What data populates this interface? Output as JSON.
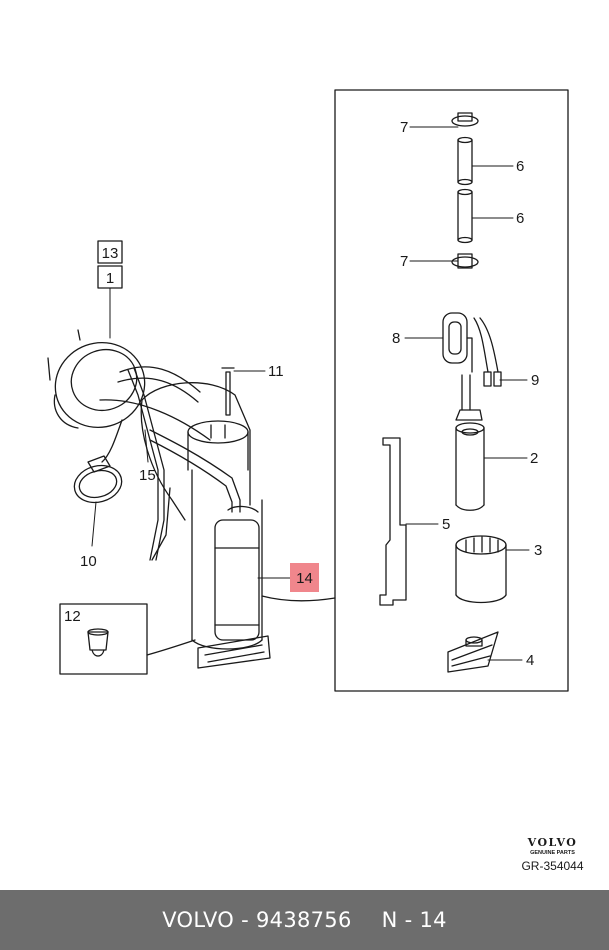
{
  "diagram": {
    "parts": [
      {
        "number": "13",
        "boxed": true
      },
      {
        "number": "1",
        "boxed": true
      },
      {
        "number": "11"
      },
      {
        "number": "15"
      },
      {
        "number": "10"
      },
      {
        "number": "12",
        "boxed": true
      },
      {
        "number": "14",
        "highlighted": true
      },
      {
        "number": "7"
      },
      {
        "number": "6"
      },
      {
        "number": "6"
      },
      {
        "number": "7"
      },
      {
        "number": "8"
      },
      {
        "number": "9"
      },
      {
        "number": "2"
      },
      {
        "number": "5"
      },
      {
        "number": "3"
      },
      {
        "number": "4"
      }
    ],
    "highlight_color": "#f0868c"
  },
  "brand": {
    "logo": "VOLVO",
    "tagline": "GENUINE PARTS",
    "drawing_code": "GR-354044"
  },
  "footer": {
    "brand": "VOLVO",
    "separator": "-",
    "part_number": "9438756",
    "position": "N - 14",
    "background": "#6d6d6d"
  }
}
